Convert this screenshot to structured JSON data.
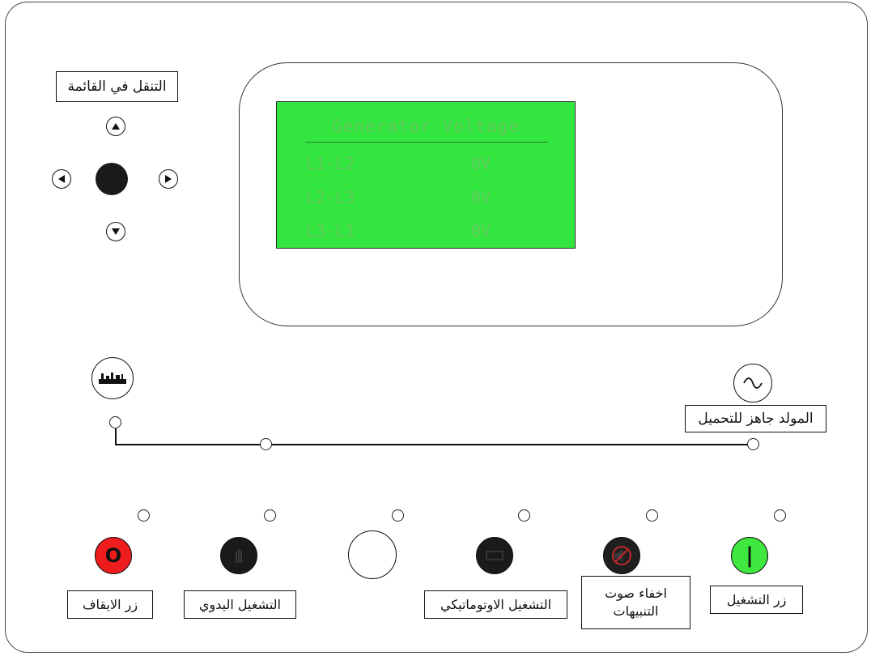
{
  "lcd": {
    "title": "Generator Voltage",
    "rows": [
      {
        "name": "L1-L2",
        "value": "0V"
      },
      {
        "name": "L2-L3",
        "value": "0V"
      },
      {
        "name": "L3-L1",
        "value": "0V"
      }
    ]
  },
  "labels": {
    "menu_navigation": "التنقل في القائمة",
    "generator_ready": "المولد جاهز للتحميل",
    "stop_button": "زر الايقاف",
    "manual_run": "التشغيل اليدوي",
    "auto_run": "التشغيل الاوتوماتيكي",
    "mute_alarm": "اخفاء صوت التنبيهات",
    "start_button": "زر التشغيل"
  },
  "colors": {
    "lcd_background": "#33e63f",
    "stop_button": "#ee1c1c",
    "start_button": "#3fe83f",
    "dark_button": "#1a1a1a"
  },
  "icons": {
    "stop": "O",
    "start": "|"
  }
}
